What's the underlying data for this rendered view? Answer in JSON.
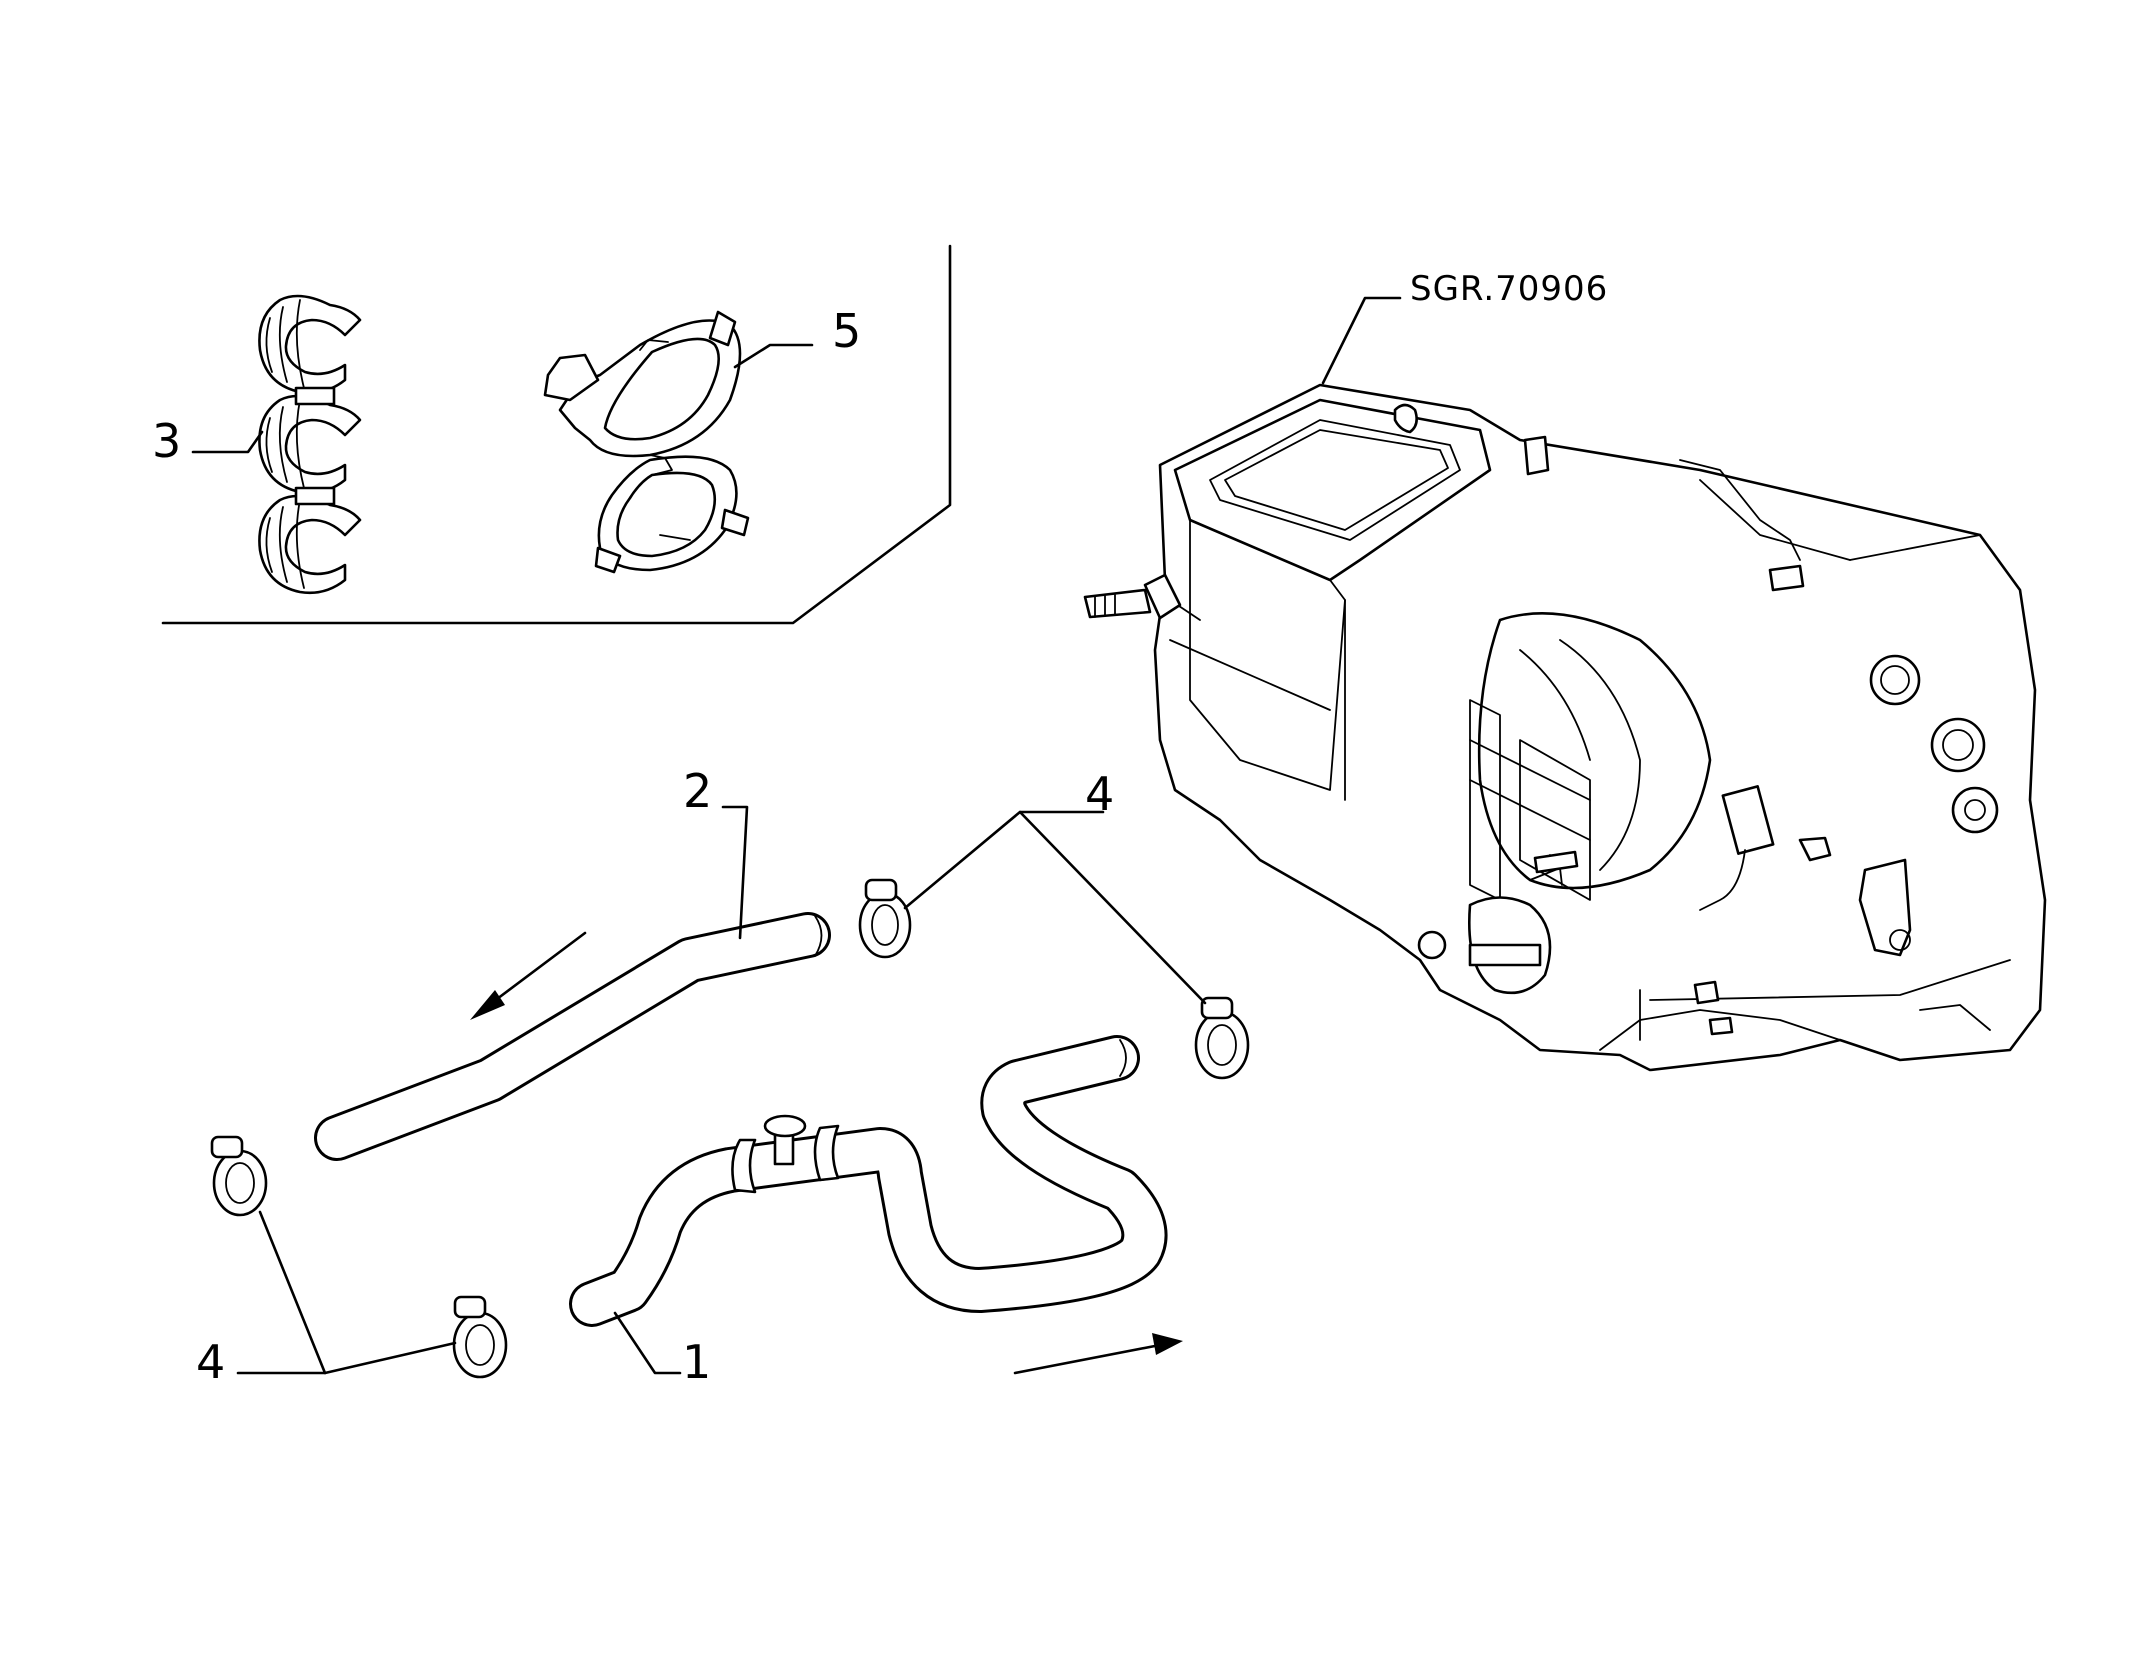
{
  "drawing_code": "SGR.70906",
  "callouts": {
    "part_1": "1",
    "part_2": "2",
    "part_3": "3",
    "part_4_upper": "4",
    "part_4_lower": "4",
    "part_5": "5"
  },
  "line_color": "#000000",
  "background_color": "#ffffff"
}
